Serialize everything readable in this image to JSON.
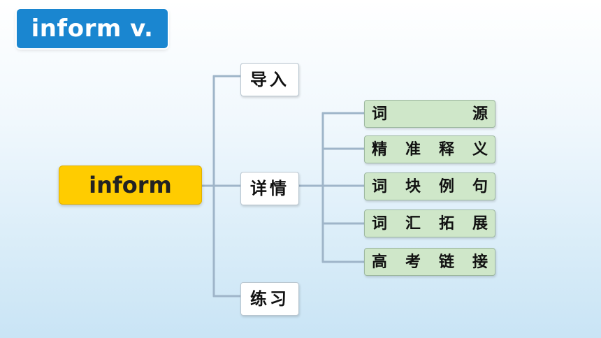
{
  "title": "inform  v.",
  "root": "inform",
  "branches": [
    "导入",
    "详情",
    "练习"
  ],
  "details": [
    "词源",
    "精准释义",
    "词块例句",
    "词汇拓展",
    "高考链接"
  ],
  "colors": {
    "title_bg": "#1a86d0",
    "root_bg": "#ffcc00",
    "leaf_bg": "#cfe7c9",
    "connector": "#9fb5c9"
  }
}
